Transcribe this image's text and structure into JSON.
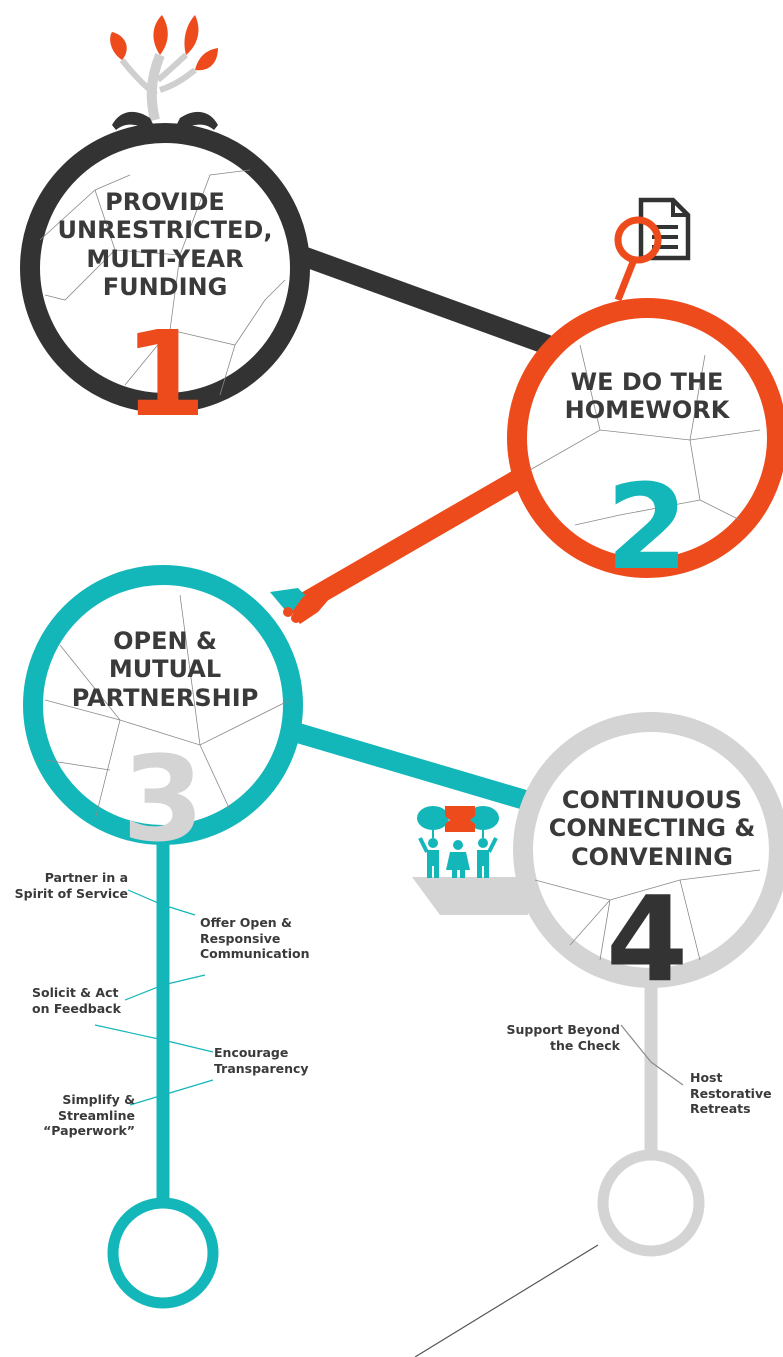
{
  "colors": {
    "dark": "#333333",
    "orange": "#ee4b1c",
    "teal": "#14b7b9",
    "gray": "#d4d4d4",
    "text": "#3a3a3a"
  },
  "steps": [
    {
      "number": "1",
      "title": "PROVIDE\nUNRESTRICTED,\nMULTI-YEAR\nFUNDING",
      "color": "dark",
      "number_color": "orange",
      "icon": "plant-money-hands-icon"
    },
    {
      "number": "2",
      "title": "WE DO THE\nHOMEWORK",
      "color": "orange",
      "number_color": "teal",
      "icon": "document-icon"
    },
    {
      "number": "3",
      "title": "OPEN &\nMUTUAL\nPARTNERSHIP",
      "color": "teal",
      "number_color": "gray",
      "icon": "handshake-icon"
    },
    {
      "number": "4",
      "title": "CONTINUOUS\nCONNECTING &\nCONVENING",
      "color": "gray",
      "number_color": "dark",
      "icon": "people-puzzle-icon"
    }
  ],
  "step3_details": [
    "Partner in a\nSpirit of Service",
    "Offer Open &\nResponsive\nCommunication",
    "Solicit & Act\non Feedback",
    "Encourage\nTransparency",
    "Simplify &\nStreamline\n“Paperwork”"
  ],
  "step4_details": [
    "Support Beyond\nthe Check",
    "Host\nRestorative\nRetreats"
  ]
}
